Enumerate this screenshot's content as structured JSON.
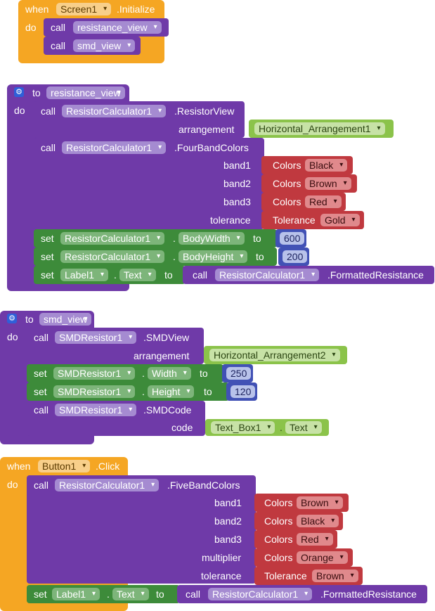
{
  "b1": {
    "when": "when",
    "component": "Screen1",
    "event": ".Initialize",
    "do": "do",
    "call1": "call",
    "proc1": "resistance_view",
    "call2": "call",
    "proc2": "smd_view"
  },
  "b2": {
    "to": "to",
    "proc": "resistance_view",
    "do": "do",
    "gear_icon": "gear-icon",
    "call1": "call",
    "comp1": "ResistorCalculator1",
    "method1": ".ResistorView",
    "arr_label": "arrangement",
    "arr_value": "Horizontal_Arrangement1",
    "call2": "call",
    "comp2": "ResistorCalculator1",
    "method2": ".FourBandColors",
    "band1": "band1",
    "band1_type": "Colors",
    "band1_value": "Black",
    "band2": "band2",
    "band2_type": "Colors",
    "band2_value": "Brown",
    "band3": "band3",
    "band3_type": "Colors",
    "band3_value": "Red",
    "tol": "tolerance",
    "tol_type": "Tolerance",
    "tol_value": "Gold",
    "set1": "set",
    "set1_comp": "ResistorCalculator1",
    "dot": ".",
    "set1_prop": "BodyWidth",
    "to_kw": "to",
    "set1_val": "600",
    "set2": "set",
    "set2_comp": "ResistorCalculator1",
    "set2_prop": "BodyHeight",
    "set2_val": "200",
    "set3": "set",
    "set3_comp": "Label1",
    "set3_prop": "Text",
    "set3_call": "call",
    "set3_call_comp": "ResistorCalculator1",
    "set3_call_method": ".FormattedResistance"
  },
  "b3": {
    "to": "to",
    "proc": "smd_view",
    "do": "do",
    "call1": "call",
    "comp1": "SMDResistor1",
    "method1": ".SMDView",
    "arr_label": "arrangement",
    "arr_value": "Horizontal_Arrangement2",
    "set1": "set",
    "set1_comp": "SMDResistor1",
    "dot": ".",
    "set1_prop": "Width",
    "to_kw": "to",
    "set1_val": "250",
    "set2": "set",
    "set2_comp": "SMDResistor1",
    "set2_prop": "Height",
    "set2_val": "120",
    "call2": "call",
    "comp2": "SMDResistor1",
    "method2": ".SMDCode",
    "code_label": "code",
    "code_comp": "Text_Box1",
    "code_prop": "Text"
  },
  "b4": {
    "when": "when",
    "component": "Button1",
    "event": ".Click",
    "do": "do",
    "call1": "call",
    "comp1": "ResistorCalculator1",
    "method1": ".FiveBandColors",
    "band1": "band1",
    "band1_type": "Colors",
    "band1_value": "Brown",
    "band2": "band2",
    "band2_type": "Colors",
    "band2_value": "Black",
    "band3": "band3",
    "band3_type": "Colors",
    "band3_value": "Red",
    "mult": "multiplier",
    "mult_type": "Colors",
    "mult_value": "Orange",
    "tol": "tolerance",
    "tol_type": "Tolerance",
    "tol_value": "Brown",
    "set1": "set",
    "set1_comp": "Label1",
    "dot": ".",
    "set1_prop": "Text",
    "to_kw": "to",
    "set1_call": "call",
    "set1_call_comp": "ResistorCalculator1",
    "set1_call_method": ".FormattedResistance"
  }
}
